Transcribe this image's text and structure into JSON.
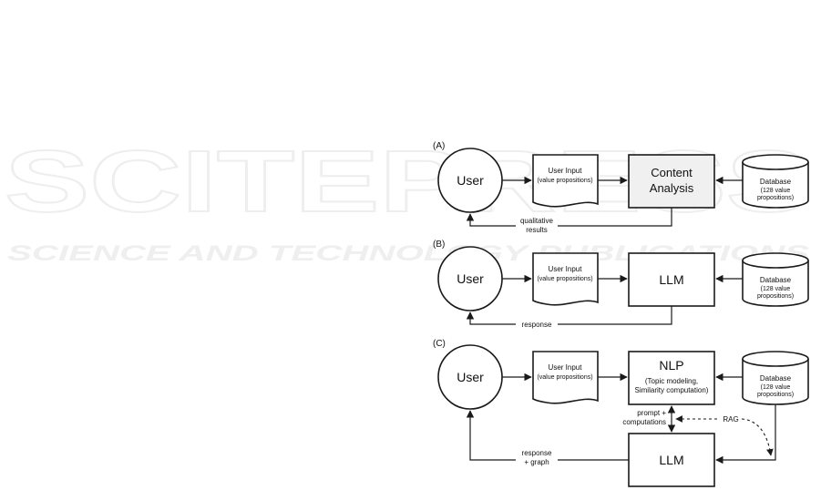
{
  "watermark": {
    "main": "SCITEPRESS",
    "sub": "SCIENCE AND TECHNOLOGY PUBLICATIONS"
  },
  "panel_a": {
    "label": "(A)",
    "user": "User",
    "input_line1": "User Input",
    "input_line2": "(value propositions)",
    "process_line1": "Content",
    "process_line2": "Analysis",
    "db_line1": "Database",
    "db_line2": "(128 value",
    "db_line3": "propositions)",
    "feedback_line1": "qualitative",
    "feedback_line2": "results"
  },
  "panel_b": {
    "label": "(B)",
    "user": "User",
    "input_line1": "User Input",
    "input_line2": "(value propositions)",
    "process": "LLM",
    "db_line1": "Database",
    "db_line2": "(128 value",
    "db_line3": "propositions)",
    "feedback": "response"
  },
  "panel_c": {
    "label": "(C)",
    "user": "User",
    "input_line1": "User Input",
    "input_line2": "(value propositions)",
    "nlp_title": "NLP",
    "nlp_line1": "(Topic modeling,",
    "nlp_line2": "Similarity computation)",
    "db_line1": "Database",
    "db_line2": "(128 value",
    "db_line3": "propositions)",
    "llm": "LLM",
    "prompt_line1": "prompt +",
    "prompt_line2": "computations",
    "rag": "RAG",
    "feedback_line1": "response",
    "feedback_line2": "+ graph"
  }
}
